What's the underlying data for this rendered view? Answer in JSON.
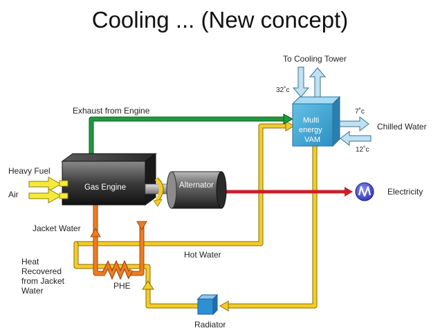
{
  "title": "Cooling ... (New concept)",
  "labels": {
    "to_cooling_tower": "To Cooling Tower",
    "temp_32": "32˚c",
    "temp_7": "7˚c",
    "temp_12": "12˚c",
    "chilled_water": "Chilled Water",
    "exhaust": "Exhaust from Engine",
    "heavy_fuel": "Heavy Fuel",
    "air": "Air",
    "gas_engine": "Gas Engine",
    "alternator": "Alternator",
    "electricity": "Electricity",
    "jacket_water": "Jacket Water",
    "hot_water": "Hot Water",
    "heat_recovered": [
      "Heat",
      "Recovered",
      "from Jacket",
      "Water"
    ],
    "phe": "PHE",
    "radiator": "Radiator",
    "vam": [
      "Multi",
      "energy",
      "VAM"
    ]
  },
  "colors": {
    "exhaust_green": "#1f9a3c",
    "hot_water_yellow": "#f2cc2a",
    "jacket_orange": "#ee7c22",
    "electric_red": "#c8202a",
    "cooling_blue": "#bfe1f4",
    "vam_blue": "#4fb3dc",
    "radiator_blue": "#2f8fd3"
  },
  "icons": {
    "electricity": "ac-wave-icon"
  }
}
